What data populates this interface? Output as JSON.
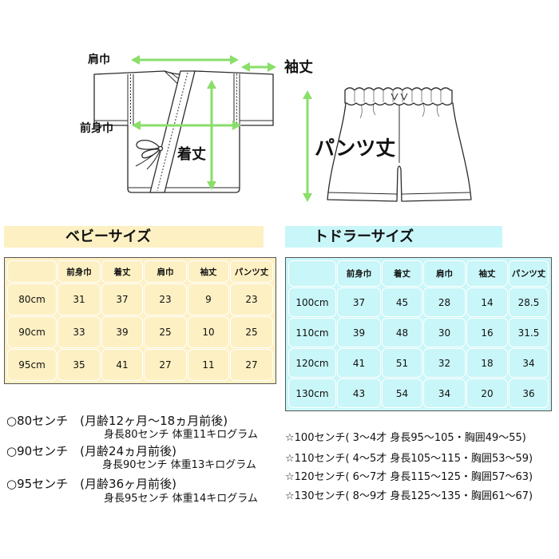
{
  "diagram": {
    "top": {
      "shoulder_width_label": "肩巾",
      "sleeve_length_label": "袖丈",
      "front_width_label": "前身巾",
      "length_label": "着丈"
    },
    "pants": {
      "length_label": "パンツ丈"
    }
  },
  "baby": {
    "title": "ベビーサイズ",
    "headers": [
      "前身巾",
      "着丈",
      "肩巾",
      "袖丈",
      "パンツ丈"
    ],
    "rows": [
      {
        "size": "80cm",
        "values": [
          31,
          37,
          23,
          9,
          23
        ]
      },
      {
        "size": "90cm",
        "values": [
          33,
          39,
          25,
          10,
          25
        ]
      },
      {
        "size": "95cm",
        "values": [
          35,
          41,
          27,
          11,
          27
        ]
      }
    ],
    "notes": [
      {
        "title": "○80センチ　(月齢12ヶ月～18ヵ月前後)",
        "detail": "身長80センチ 体重11キログラム"
      },
      {
        "title": "○90センチ　(月齢24ヵ月前後)",
        "detail": "身長90センチ 体重13キログラム"
      },
      {
        "title": "○95センチ　(月齢36ヶ月前後)",
        "detail": "身長95センチ 体重14キログラム"
      }
    ]
  },
  "toddler": {
    "title": "トドラーサイズ",
    "headers": [
      "前身巾",
      "着丈",
      "肩巾",
      "袖丈",
      "パンツ丈"
    ],
    "rows": [
      {
        "size": "100cm",
        "values": [
          37,
          45,
          28,
          14,
          28.5
        ]
      },
      {
        "size": "110cm",
        "values": [
          39,
          48,
          30,
          16,
          31.5
        ]
      },
      {
        "size": "120cm",
        "values": [
          41,
          51,
          32,
          18,
          34
        ]
      },
      {
        "size": "130cm",
        "values": [
          43,
          54,
          34,
          20,
          36
        ]
      }
    ],
    "notes": [
      "☆100センチ( 3～4才 身長95～105・胸囲49～55)",
      "☆110センチ( 4～5才 身長105～115・胸囲53～59)",
      "☆120センチ( 6～7才 身長115～125・胸囲57～63)",
      "☆130センチ( 8～9才 身長125～135・胸囲61～67)"
    ]
  },
  "colors": {
    "arrow": "#8ade6a",
    "baby_bg": "#fdf0c3",
    "toddler_bg": "#c9f6f8"
  }
}
